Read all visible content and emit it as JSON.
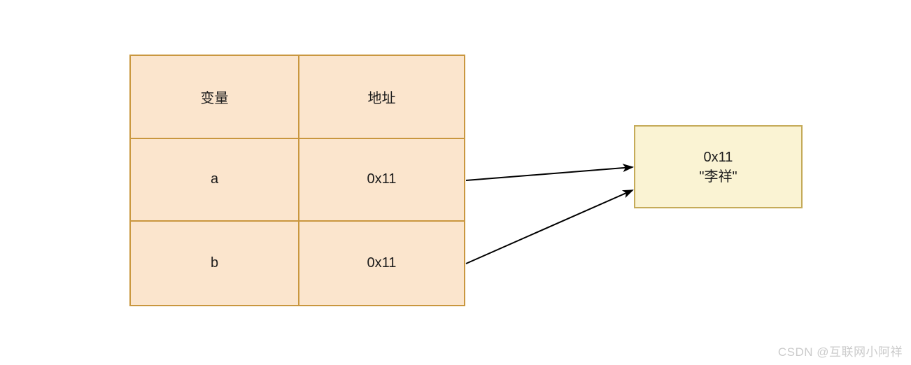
{
  "diagram": {
    "table": {
      "headers": [
        "变量",
        "地址"
      ],
      "rows": [
        {
          "variable": "a",
          "address": "0x11"
        },
        {
          "variable": "b",
          "address": "0x11"
        }
      ]
    },
    "memory_box": {
      "line1": "0x11",
      "line2": "\"李祥\""
    },
    "arrows": [
      {
        "from": "row-a-address",
        "to": "memory-box"
      },
      {
        "from": "row-b-address",
        "to": "memory-box"
      }
    ],
    "colors": {
      "table_fill": "#fbe5cd",
      "table_border": "#c9973f",
      "box_fill": "#faf3d3",
      "box_border": "#c5ab59",
      "arrow": "#000000",
      "text": "#1c1c1c",
      "watermark": "#cbcbcb"
    },
    "watermark": "CSDN @互联网小阿祥"
  }
}
